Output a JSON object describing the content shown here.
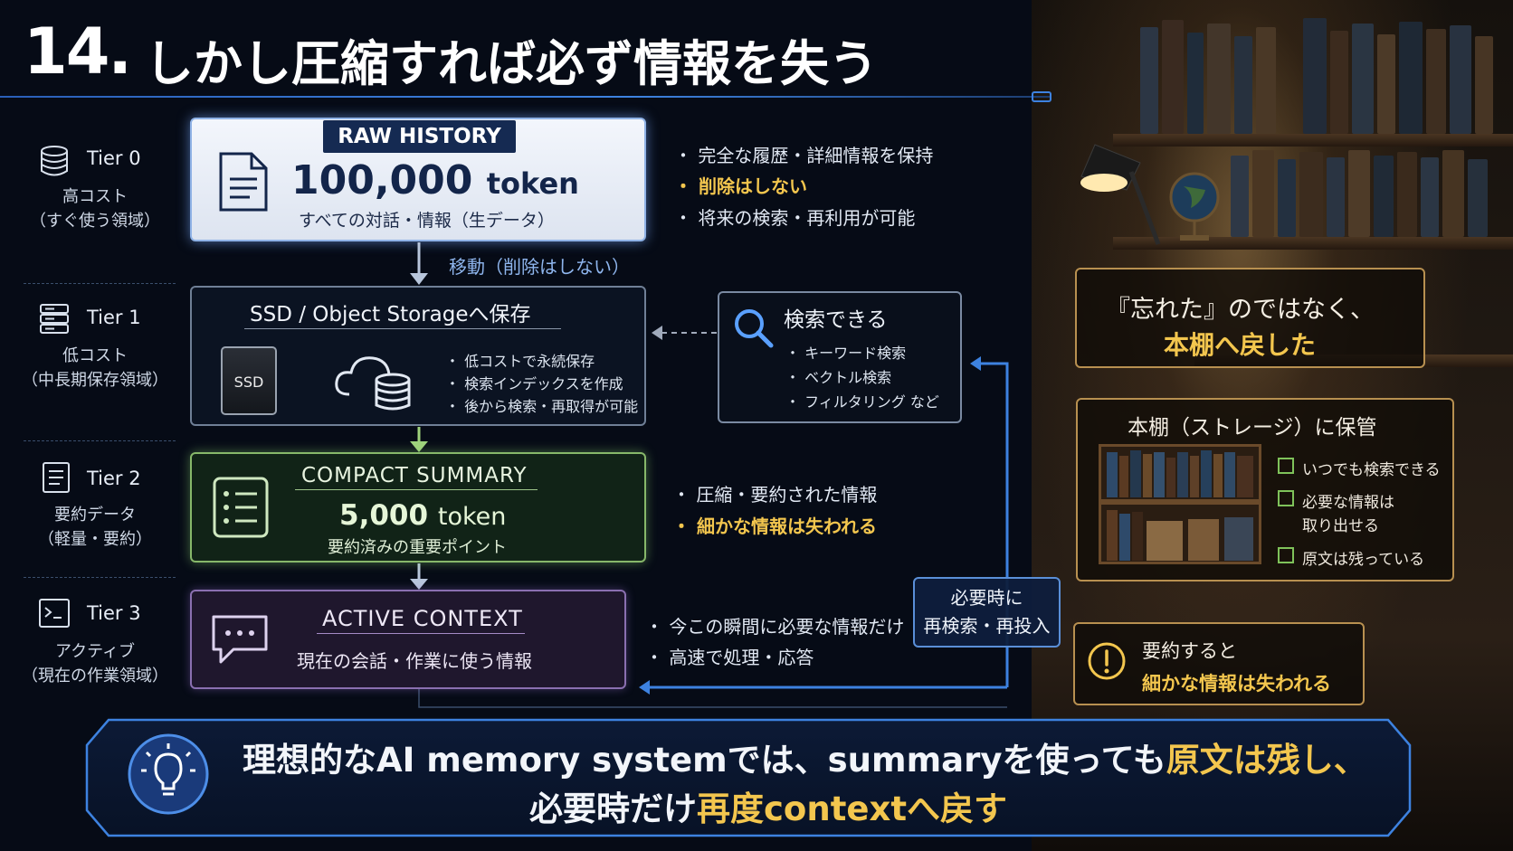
{
  "title": {
    "number": "14.",
    "text": "しかし圧縮すれば必ず情報を失う"
  },
  "tiers": [
    {
      "name": "Tier 0",
      "desc1": "高コスト",
      "desc2": "（すぐ使う領域）",
      "icon": "database-icon"
    },
    {
      "name": "Tier 1",
      "desc1": "低コスト",
      "desc2": "（中長期保存領域）",
      "icon": "server-icon"
    },
    {
      "name": "Tier 2",
      "desc1": "要約データ",
      "desc2": "（軽量・要約）",
      "icon": "document-icon"
    },
    {
      "name": "Tier 3",
      "desc1": "アクティブ",
      "desc2": "（現在の作業領域）",
      "icon": "terminal-icon"
    }
  ],
  "raw": {
    "tag": "RAW HISTORY",
    "token_value": "100,000",
    "token_unit": "token",
    "sub": "すべての対話・情報（生データ）"
  },
  "raw_bullets": [
    "・ 完全な履歴・詳細情報を保持",
    "・ 削除はしない",
    "・ 将来の検索・再利用が可能"
  ],
  "move_label": "移動（削除はしない）",
  "ssd": {
    "title": "SSD / Object Storageへ保存",
    "chip_label": "SSD",
    "bullets": [
      "・ 低コストで永続保存",
      "・ 検索インデックスを作成",
      "・ 後から検索・再取得が可能"
    ]
  },
  "search": {
    "title": "検索できる",
    "bullets": [
      "・ キーワード検索",
      "・ ベクトル検索",
      "・ フィルタリング など"
    ]
  },
  "summary": {
    "title": "COMPACT SUMMARY",
    "token_value": "5,000",
    "token_unit": "token",
    "sub": "要約済みの重要ポイント"
  },
  "summary_bullets": [
    "・ 圧縮・要約された情報",
    "・ 細かな情報は失われる"
  ],
  "context": {
    "title": "ACTIVE CONTEXT",
    "sub": "現在の会話・作業に使う情報"
  },
  "context_bullets": [
    "・ 今この瞬間に必要な情報だけ",
    "・ 高速で処理・応答"
  ],
  "rerun": {
    "line1": "必要時に",
    "line2": "再検索・再投入"
  },
  "not_forget": {
    "line1": "『忘れた』のではなく、",
    "line2": "本棚へ戻した"
  },
  "storage": {
    "title": "本棚（ストレージ）に保管",
    "checks": [
      "いつでも検索できる",
      "必要な情報は",
      "取り出せる",
      "原文は残っている"
    ]
  },
  "warning": {
    "line1": "要約すると",
    "line2": "細かな情報は失われる"
  },
  "banner": {
    "l1_a": "理想的なAI memory systemでは、summaryを使っても",
    "l1_b": "原文は残し、",
    "l2_a": "必要時だけ",
    "l2_b": "再度contextへ戻す"
  },
  "colors": {
    "accent_blue": "#3d82e0",
    "gold": "#f3c64e",
    "green": "#87b86a",
    "purple": "#8a6fb0"
  }
}
